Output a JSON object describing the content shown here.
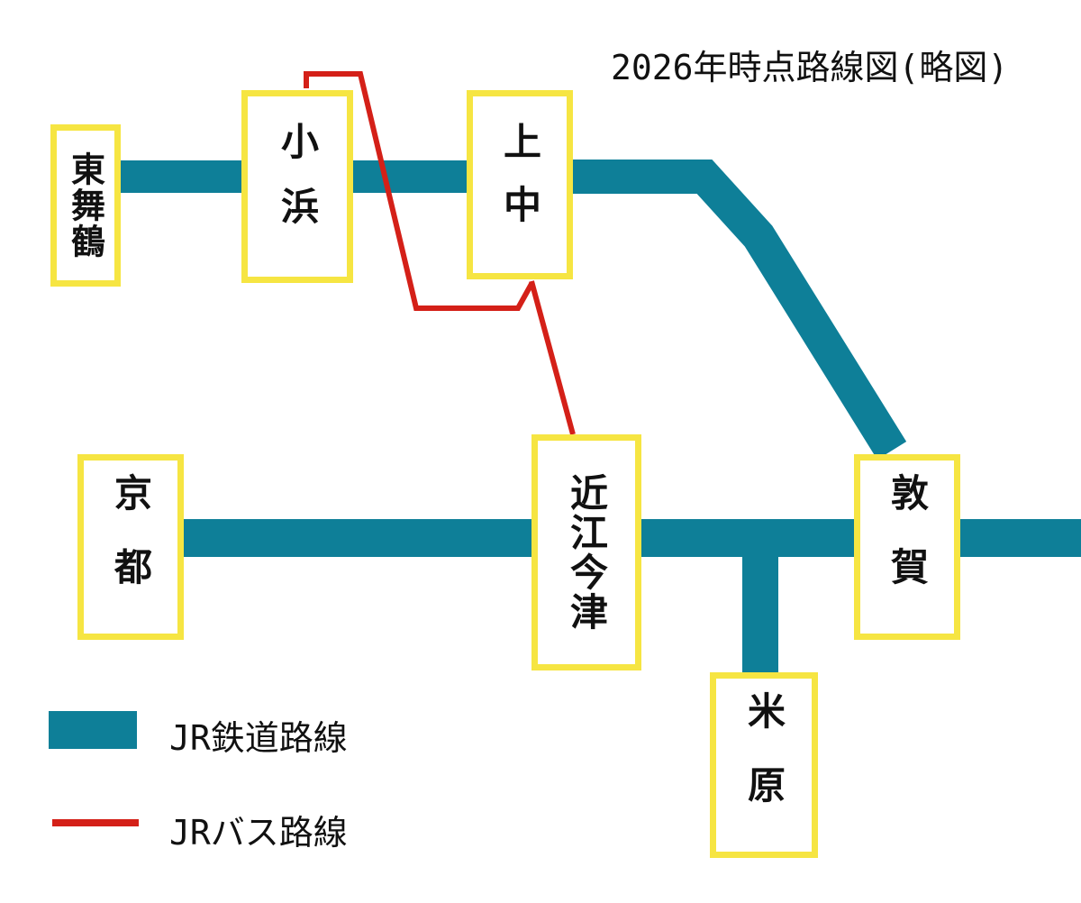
{
  "title": "2026年時点路線図(略図)",
  "colors": {
    "rail": "#0e7f98",
    "bus": "#d42018",
    "station_border": "#f6e542",
    "station_fill": "#ffffff"
  },
  "stations": {
    "higashi_maizuru": "東舞鶴",
    "obama": "小浜",
    "kaminaka": "上中",
    "kyoto": "京都",
    "omi_imazu": "近江今津",
    "tsuruga": "敦賀",
    "maibara": "米原"
  },
  "legend": {
    "rail_label": "JR鉄道路線",
    "bus_label": "JRバス路線"
  }
}
